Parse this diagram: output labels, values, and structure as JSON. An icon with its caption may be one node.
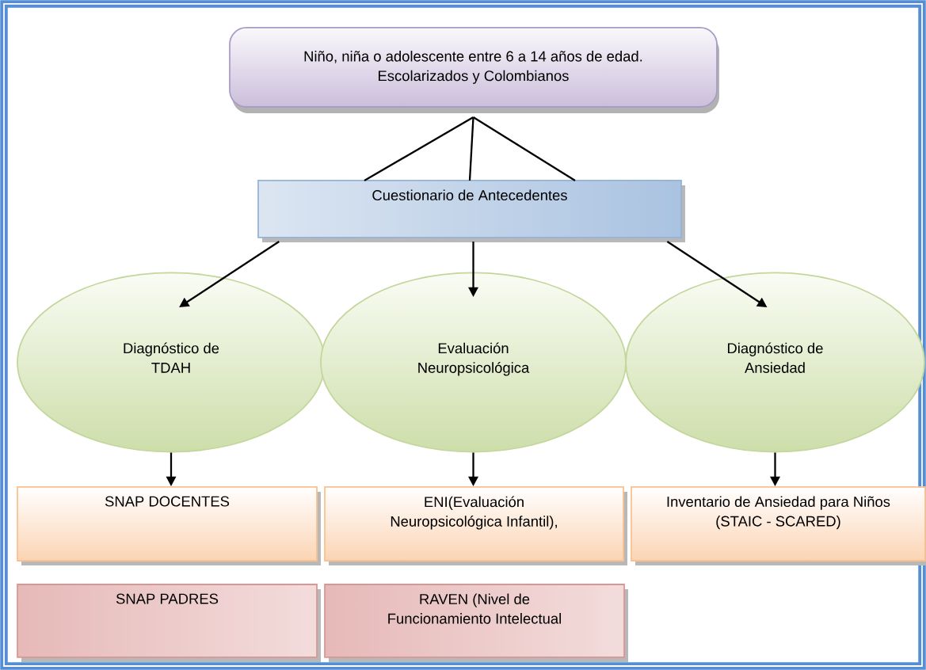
{
  "diagram": {
    "nodes": [
      {
        "text": [
          "Niño, niña o adolescente entre 6 a 14 años de edad.",
          "Escolarizados y Colombianos"
        ]
      },
      {
        "text": [
          "Cuestionario de Antecedentes"
        ]
      },
      {
        "text": [
          "Diagnóstico de TDAH"
        ]
      },
      {
        "text": [
          "Evaluación Neuropsicológica"
        ]
      },
      {
        "text": [
          "Diagnóstico de Ansiedad"
        ]
      },
      {
        "text": [
          "SNAP DOCENTES"
        ]
      },
      {
        "text": [
          "ENI(Evaluación Neuropsicológica Infantil),"
        ]
      },
      {
        "text": [
          "Inventario de Ansiedad para Niños (STAIC - SCARED)"
        ]
      },
      {
        "text": [
          "SNAP PADRES"
        ]
      },
      {
        "text": [
          "RAVEN (Nivel de Funcionamiento Intelectual"
        ]
      }
    ],
    "edges": [
      {
        "from": 0,
        "to": 1,
        "arrow": "none"
      },
      {
        "from": 0,
        "to": 1,
        "arrow": "none"
      },
      {
        "from": 0,
        "to": 1,
        "arrow": "none"
      },
      {
        "from": 1,
        "to": 2,
        "arrow": "to"
      },
      {
        "from": 1,
        "to": 3,
        "arrow": "to"
      },
      {
        "from": 1,
        "to": 4,
        "arrow": "to"
      },
      {
        "from": 2,
        "to": 5,
        "arrow": "to"
      },
      {
        "from": 3,
        "to": 6,
        "arrow": "to"
      },
      {
        "from": 4,
        "to": 7,
        "arrow": "to"
      }
    ]
  }
}
